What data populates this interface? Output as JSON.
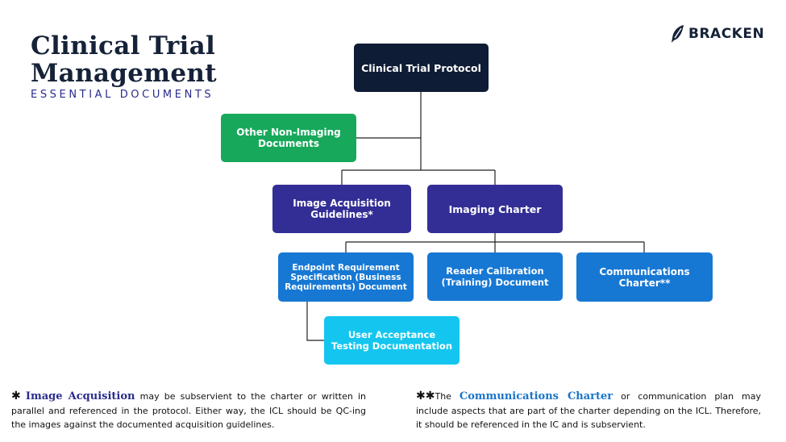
{
  "title": {
    "line1": "Clinical Trial",
    "line2": "Management",
    "subtitle": "ESSENTIAL DOCUMENTS"
  },
  "logo": {
    "text": "BRACKEN",
    "icon": "feather-icon"
  },
  "diagram": {
    "nodes": {
      "protocol": "Clinical Trial Protocol",
      "non_imaging": "Other Non-Imaging Documents",
      "image_acquisition": "Image Acquisition Guidelines*",
      "imaging_charter": "Imaging Charter",
      "endpoint_spec": "Endpoint Requirement Specification (Business Requirements) Document",
      "reader_calibration": "Reader Calibration (Training) Document",
      "communications_charter": "Communications Charter**",
      "uat": "User Acceptance Testing Documentation"
    },
    "colors": {
      "protocol": "#0f1c35",
      "non_imaging": "#18a85b",
      "level2": "#332e95",
      "level3": "#1778d4",
      "uat": "#14c6ef"
    }
  },
  "notes": {
    "left": {
      "marker": "✱",
      "highlight": "Image Acquisition",
      "text": " may be subservient to the charter or written in parallel and referenced in the protocol. Either way, the ICL should be QC-ing the images against the documented acquisition guidelines."
    },
    "right": {
      "marker": "✱✱",
      "prefix": "The ",
      "highlight": "Communications Charter",
      "text": " or communication plan may include aspects that are part of the charter depending on the ICL. Therefore, it should be referenced in the IC and is subservient."
    }
  }
}
